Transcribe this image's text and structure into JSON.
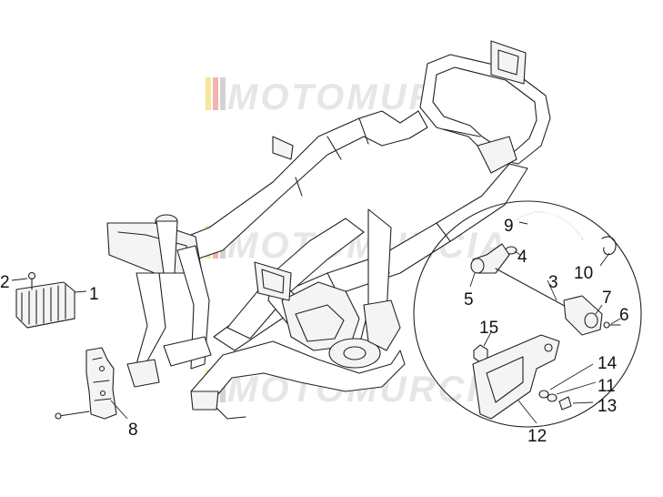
{
  "watermark": {
    "text": "MOTOMURCIA",
    "color": "#e6e6e6",
    "stripe_colors": [
      "#f6e59a",
      "#f4b3ac",
      "#d3d3d3"
    ]
  },
  "callouts": [
    {
      "id": "1",
      "label": "1"
    },
    {
      "id": "2",
      "label": "2"
    },
    {
      "id": "3",
      "label": "3"
    },
    {
      "id": "4",
      "label": "4"
    },
    {
      "id": "5",
      "label": "5"
    },
    {
      "id": "6",
      "label": "6"
    },
    {
      "id": "7",
      "label": "7"
    },
    {
      "id": "8",
      "label": "8"
    },
    {
      "id": "9",
      "label": "9"
    },
    {
      "id": "10",
      "label": "10"
    },
    {
      "id": "11",
      "label": "11"
    },
    {
      "id": "12",
      "label": "12"
    },
    {
      "id": "13",
      "label": "13"
    },
    {
      "id": "14",
      "label": "14"
    },
    {
      "id": "15",
      "label": "15"
    }
  ]
}
